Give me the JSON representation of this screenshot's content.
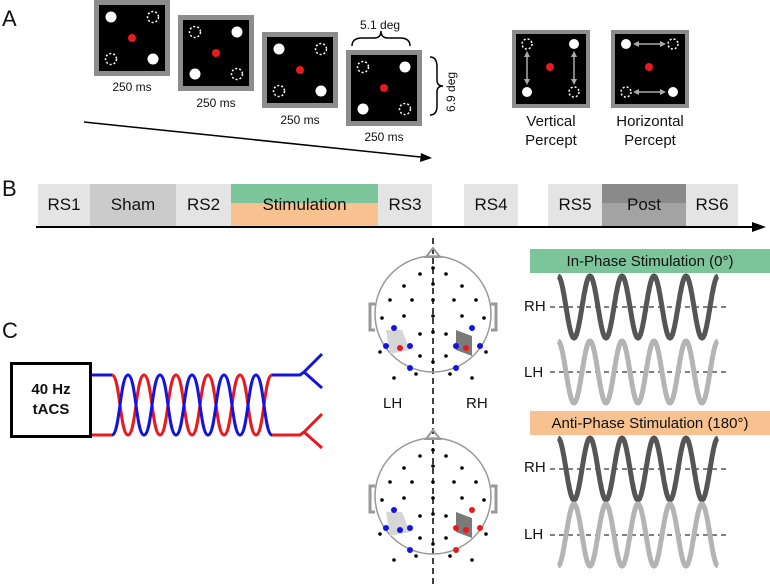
{
  "panels": {
    "a": "A",
    "b": "B",
    "c": "C"
  },
  "panel_a": {
    "frame_times": [
      "250 ms",
      "250 ms",
      "250 ms",
      "250 ms"
    ],
    "width_deg": "5.1 deg",
    "height_deg": "6.9 deg",
    "vertical_percept": [
      "Vertical",
      "Percept"
    ],
    "horizontal_percept": [
      "Horizontal",
      "Percept"
    ]
  },
  "panel_b": {
    "segments": [
      "RS1",
      "Sham",
      "RS2",
      "Stimulation",
      "RS3",
      "RS4",
      "RS5",
      "Post",
      "RS6"
    ]
  },
  "panel_c": {
    "device": [
      "40 Hz",
      "tACS"
    ],
    "hemispheres": {
      "left": "LH",
      "right": "RH"
    },
    "in_phase_title": "In-Phase Stimulation (0°)",
    "anti_phase_title": "Anti-Phase Stimulation (180°)",
    "rh": "RH",
    "lh": "LH"
  },
  "colors": {
    "stim_green": "#7cc49a",
    "stim_orange": "#f7c28f",
    "red": "#e8191f",
    "blue": "#1414e0",
    "dark_wave": "#555555",
    "light_wave": "#b4b4b4"
  }
}
